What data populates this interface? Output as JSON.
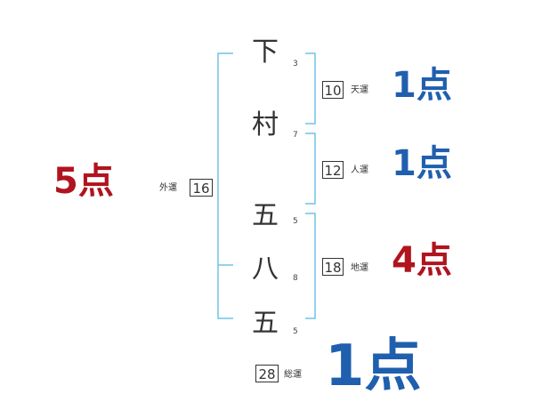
{
  "name_chars": [
    {
      "char": "下",
      "strokes": "3"
    },
    {
      "char": "村",
      "strokes": "7"
    },
    {
      "char": "五",
      "strokes": "5"
    },
    {
      "char": "八",
      "strokes": "8"
    },
    {
      "char": "五",
      "strokes": "5"
    }
  ],
  "fortunes": {
    "ten": {
      "value": "10",
      "label": "天運",
      "score": "1点"
    },
    "jin": {
      "value": "12",
      "label": "人運",
      "score": "1点"
    },
    "chi": {
      "value": "18",
      "label": "地運",
      "score": "4点"
    },
    "gai": {
      "value": "16",
      "label": "外運",
      "score": "5点"
    },
    "so": {
      "value": "28",
      "label": "総運",
      "score": "1点"
    }
  },
  "colors": {
    "bracket": "#6fc3e8",
    "blue": "#1f5fae",
    "red": "#b0141e"
  }
}
